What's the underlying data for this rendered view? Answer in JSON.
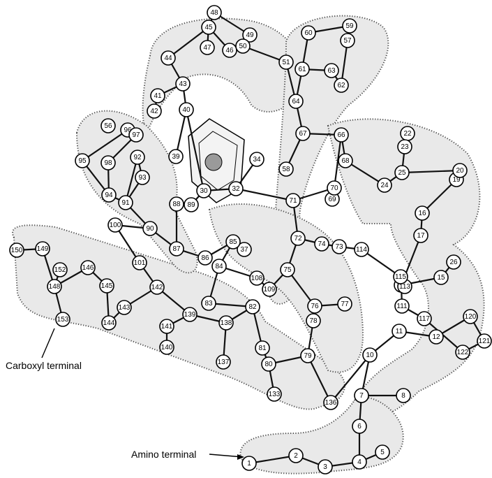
{
  "labels": {
    "carboxyl": "Carboxyl terminal",
    "amino": "Amino terminal"
  },
  "residues": [
    "1",
    "2",
    "3",
    "4",
    "5",
    "6",
    "7",
    "8",
    "10",
    "11",
    "12",
    "14",
    "15",
    "16",
    "17",
    "19",
    "20",
    "22",
    "23",
    "24",
    "25",
    "26",
    "30",
    "32",
    "34",
    "37",
    "39",
    "40",
    "41",
    "42",
    "43",
    "44",
    "45",
    "46",
    "47",
    "48",
    "49",
    "50",
    "51",
    "56",
    "57",
    "58",
    "59",
    "60",
    "61",
    "62",
    "63",
    "64",
    "66",
    "67",
    "68",
    "69",
    "70",
    "71",
    "72",
    "73",
    "74",
    "75",
    "76",
    "77",
    "78",
    "79",
    "80",
    "81",
    "82",
    "83",
    "84",
    "85",
    "86",
    "87",
    "88",
    "89",
    "90",
    "91",
    "92",
    "93",
    "94",
    "95",
    "96",
    "97",
    "98",
    "100",
    "101",
    "108",
    "109",
    "111",
    "113",
    "114",
    "115",
    "117",
    "120",
    "121",
    "122",
    "133",
    "136",
    "137",
    "138",
    "139",
    "140",
    "141",
    "142",
    "143",
    "144",
    "145",
    "146",
    "148",
    "149",
    "150",
    "152",
    "153"
  ],
  "colors": {
    "tube": "#e9e9e9",
    "ink": "#000000"
  }
}
